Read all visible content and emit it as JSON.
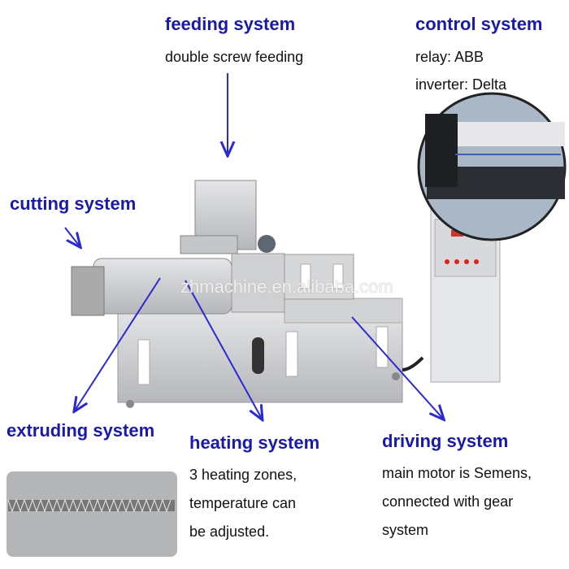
{
  "labels": {
    "feeding": {
      "title": "feeding system",
      "lines": [
        "double screw feeding"
      ]
    },
    "control": {
      "title": "control system",
      "lines": [
        "relay: ABB",
        "inverter: Delta"
      ]
    },
    "cutting": {
      "title": "cutting system"
    },
    "extruding": {
      "title": "extruding system"
    },
    "heating": {
      "title": "heating system",
      "lines": [
        "3 heating zones,",
        "temperature can",
        "be adjusted."
      ]
    },
    "driving": {
      "title": "driving system",
      "lines": [
        "main motor is Semens,",
        "connected with gear",
        "system"
      ]
    }
  },
  "watermark": "zhmachine.en.alibaba.com",
  "colors": {
    "heading": "#1a1aa8",
    "arrow": "#2a2ad0",
    "steel": "#c9cacc"
  }
}
